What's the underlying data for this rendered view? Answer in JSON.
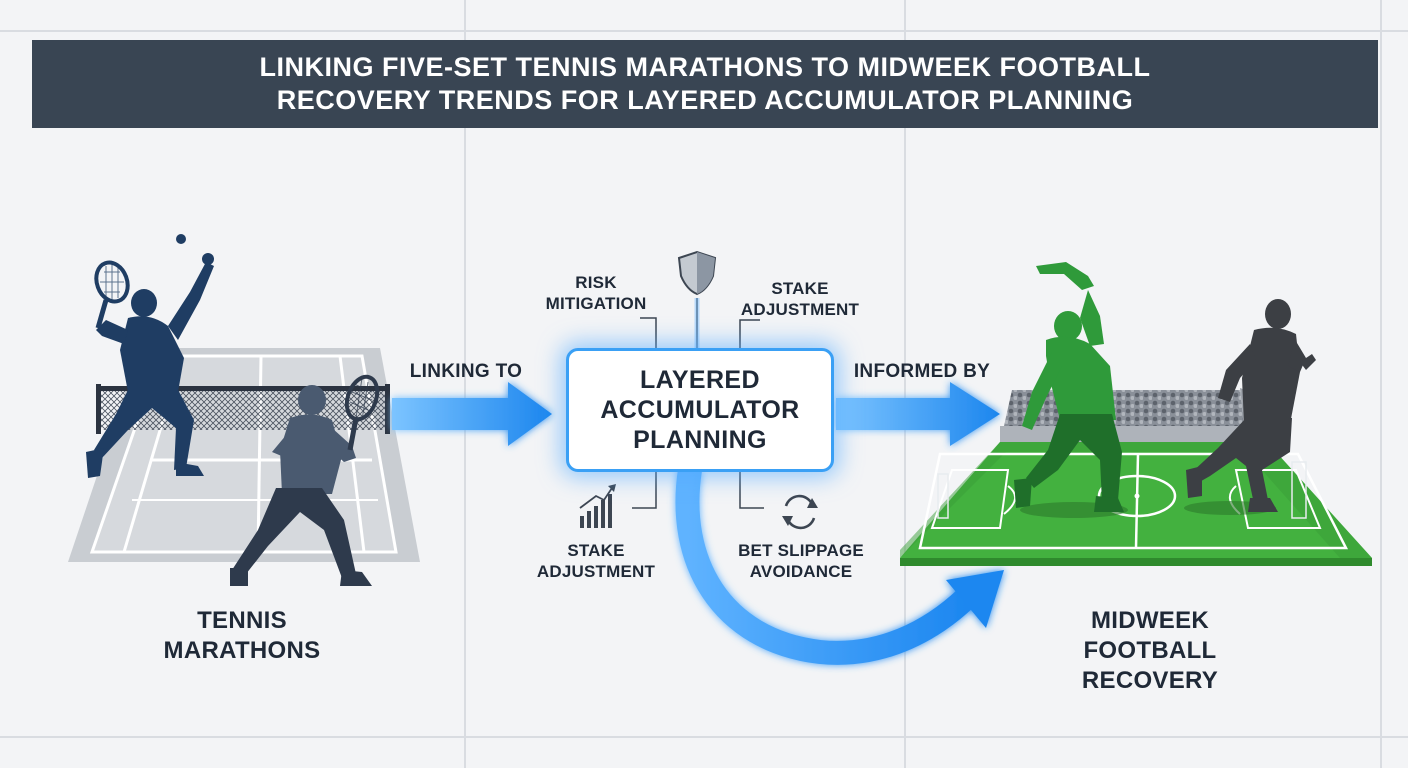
{
  "header": {
    "title_line1": "LINKING FIVE-SET TENNIS MARATHONS TO MIDWEEK FOOTBALL",
    "title_line2": "RECOVERY TRENDS FOR LAYERED ACCUMULATOR PLANNING"
  },
  "left": {
    "label_line1": "TENNIS",
    "label_line2": "MARATHONS"
  },
  "center": {
    "title_line1": "LAYERED",
    "title_line2": "ACCUMULATOR",
    "title_line3": "PLANNING",
    "risk_line1": "RISK",
    "risk_line2": "MITIGATION",
    "stake_top_line1": "STAKE",
    "stake_top_line2": "ADJUSTMENT",
    "stake_bottom_line1": "STAKE",
    "stake_bottom_line2": "ADJUSTMENT",
    "slippage_line1": "BET SLIPPAGE",
    "slippage_line2": "AVOIDANCE",
    "icons": [
      "shield-icon",
      "bar-chart-icon",
      "refresh-cycle-icon"
    ]
  },
  "arrows": {
    "left_label": "LINKING TO",
    "right_label": "INFORMED BY"
  },
  "right": {
    "label_line1": "MIDWEEK",
    "label_line2": "FOOTBALL",
    "label_line3": "RECOVERY"
  },
  "colors": {
    "banner": "#394553",
    "arrow_blue": "#2f95f0",
    "tennis_navy": "#1f3d63",
    "tennis_slate": "#4a5a70",
    "pitch_green": "#3fae3c",
    "player_green": "#2f9a3a",
    "player_gray": "#3c3f44"
  }
}
